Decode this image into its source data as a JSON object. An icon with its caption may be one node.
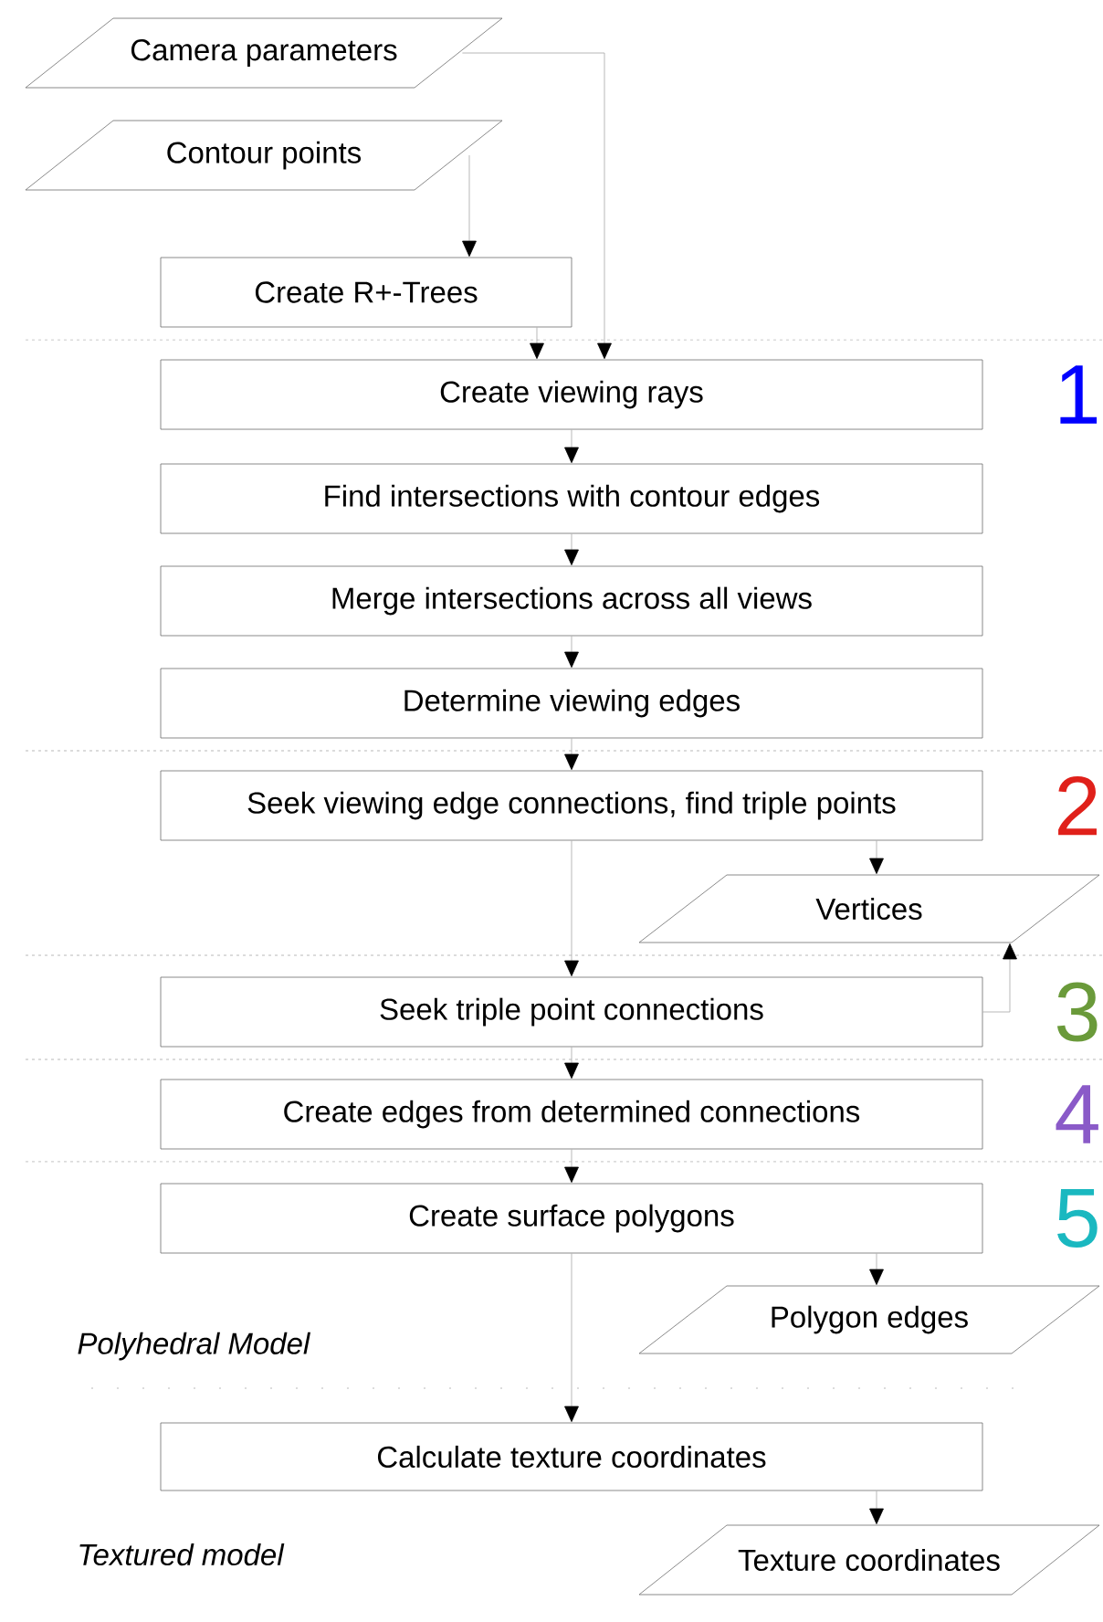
{
  "diagram": {
    "nodes": [
      {
        "text": [
          "Camera parameters"
        ]
      },
      {
        "text": [
          "Contour points"
        ]
      },
      {
        "text": [
          "Create R+-Trees"
        ]
      },
      {
        "text": [
          "Create viewing rays"
        ]
      },
      {
        "text": [
          "Find intersections with contour edges"
        ]
      },
      {
        "text": [
          "Merge intersections across all views"
        ]
      },
      {
        "text": [
          "Determine viewing edges"
        ]
      },
      {
        "text": [
          "Seek viewing edge connections, find triple points"
        ]
      },
      {
        "text": [
          "Vertices"
        ]
      },
      {
        "text": [
          "Seek triple point connections"
        ]
      },
      {
        "text": [
          "Create edges from determined connections"
        ]
      },
      {
        "text": [
          "Create surface polygons"
        ]
      },
      {
        "text": [
          "Polygon edges"
        ]
      },
      {
        "text": [
          "Calculate texture coordinates"
        ]
      },
      {
        "text": [
          "Texture coordinates"
        ]
      }
    ],
    "edges": [
      {
        "from": 0,
        "to": 3,
        "arrow": "to"
      },
      {
        "from": 1,
        "to": 2,
        "arrow": "to"
      },
      {
        "from": 2,
        "to": 3,
        "arrow": "to"
      },
      {
        "from": 3,
        "to": 4,
        "arrow": "to"
      },
      {
        "from": 4,
        "to": 5,
        "arrow": "to"
      },
      {
        "from": 5,
        "to": 6,
        "arrow": "to"
      },
      {
        "from": 6,
        "to": 7,
        "arrow": "to"
      },
      {
        "from": 7,
        "to": 8,
        "arrow": "to"
      },
      {
        "from": 7,
        "to": 9,
        "arrow": "to"
      },
      {
        "from": 9,
        "to": 8,
        "arrow": "to"
      },
      {
        "from": 9,
        "to": 10,
        "arrow": "to"
      },
      {
        "from": 10,
        "to": 11,
        "arrow": "to"
      },
      {
        "from": 11,
        "to": 12,
        "arrow": "to"
      },
      {
        "from": 11,
        "to": 13,
        "arrow": "to"
      },
      {
        "from": 13,
        "to": 14,
        "arrow": "to"
      }
    ],
    "labels": [
      "1",
      "2",
      "3",
      "4",
      "5",
      "Polyhedral Model",
      "Textured model"
    ]
  }
}
